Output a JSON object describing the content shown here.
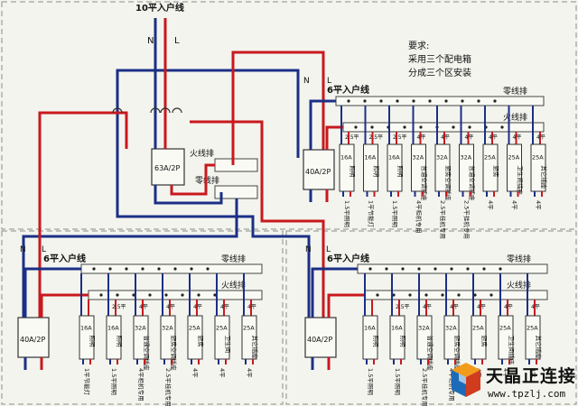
{
  "diagram": {
    "main_feed_label": "10平入户线",
    "neutral_letter": "N",
    "live_letter": "L",
    "main_breaker": "63A/2P",
    "live_busbar": "火线排",
    "neutral_busbar": "零线排",
    "notes": [
      "要求:",
      "采用三个配电箱",
      "分成三个区安装"
    ],
    "boxes": [
      {
        "feed_label": "6平入户线",
        "neutral_bar": "零线排",
        "live_bar": "火线排",
        "breaker": "40A/2P",
        "circuits": [
          {
            "wire": "2.5平",
            "rating": "16A",
            "name": "照明",
            "use": "1.5平照明"
          },
          {
            "wire": "2.5平",
            "rating": "16A",
            "name": "照明",
            "use": "1平节能灯"
          },
          {
            "wire": "2.5平",
            "rating": "16A",
            "name": "照明",
            "use": "1.5平照明"
          },
          {
            "wire": "4平",
            "rating": "32A",
            "name": "普通空调插座",
            "use": "4平柜机专用"
          },
          {
            "wire": "4平",
            "rating": "32A",
            "name": "厨房空调插座",
            "use": "2.5平挂机专用"
          },
          {
            "wire": "4平",
            "rating": "32A",
            "name": "普通空调插座",
            "use": "2.5平挂机专用"
          },
          {
            "wire": "4平",
            "rating": "25A",
            "name": "厨房",
            "use": "4平"
          },
          {
            "wire": "4平",
            "rating": "25A",
            "name": "卫生间插座",
            "use": "4平"
          },
          {
            "wire": "4平",
            "rating": "25A",
            "name": "其它插座",
            "use": "4平"
          }
        ]
      },
      {
        "feed_label": "6平入户线",
        "neutral_bar": "零线排",
        "live_bar": "火线排",
        "breaker": "40A/2P",
        "circuits": [
          {
            "wire": "",
            "rating": "16A",
            "name": "照明",
            "use": "1平节能灯"
          },
          {
            "wire": "2.5平",
            "rating": "16A",
            "name": "照明",
            "use": "1.5平照明"
          },
          {
            "wire": "4平",
            "rating": "32A",
            "name": "普通空调插座",
            "use": "4平柜机专用"
          },
          {
            "wire": "4平",
            "rating": "32A",
            "name": "厨房空调插座",
            "use": "2.5平挂机专用"
          },
          {
            "wire": "4平",
            "rating": "25A",
            "name": "厨房",
            "use": "4平"
          },
          {
            "wire": "4平",
            "rating": "25A",
            "name": "卫生间",
            "use": "4平"
          },
          {
            "wire": "4平",
            "rating": "25A",
            "name": "其它插座",
            "use": "4平"
          }
        ]
      },
      {
        "feed_label": "6平入户线",
        "neutral_bar": "零线排",
        "live_bar": "火线排",
        "breaker": "40A/2P",
        "circuits": [
          {
            "wire": "",
            "rating": "16A",
            "name": "照明",
            "use": "1.5平照明"
          },
          {
            "wire": "2.5平",
            "rating": "16A",
            "name": "照明",
            "use": "1.5平照明"
          },
          {
            "wire": "4平",
            "rating": "32A",
            "name": "普通空调插座",
            "use": "2.5平挂机专用"
          },
          {
            "wire": "4平",
            "rating": "32A",
            "name": "厨房空调插座",
            "use": "4平柜机专用"
          },
          {
            "wire": "4平",
            "rating": "25A",
            "name": "厨房",
            "use": "4平"
          },
          {
            "wire": "4平",
            "rating": "25A",
            "name": "卫生间插座",
            "use": "4平"
          },
          {
            "wire": "4平",
            "rating": "25A",
            "name": "其它插座",
            "use": "4平"
          }
        ]
      }
    ],
    "colors": {
      "live": "#c8191e",
      "neutral": "#1b2f86",
      "frame": "#8a8f88",
      "bar_border": "#444444"
    }
  },
  "watermark": {
    "title": "天晶正连接",
    "url": "www.tpzlj.com"
  }
}
